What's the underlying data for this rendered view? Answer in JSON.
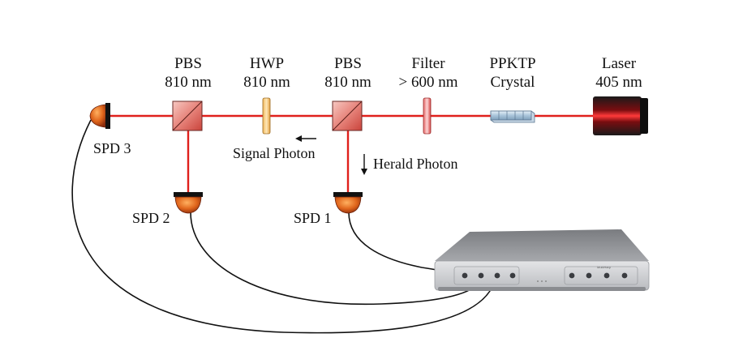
{
  "components": {
    "pbs2": {
      "line1": "PBS",
      "line2": "810 nm"
    },
    "hwp": {
      "line1": "HWP",
      "line2": "810 nm"
    },
    "pbs1": {
      "line1": "PBS",
      "line2": "810 nm"
    },
    "filter": {
      "line1": "Filter",
      "line2": "> 600 nm"
    },
    "crystal": {
      "line1": "PPKTP",
      "line2": "Crystal"
    },
    "laser": {
      "line1": "Laser",
      "line2": "405 nm"
    }
  },
  "detectors": {
    "spd3": "SPD 3",
    "spd2": "SPD 2",
    "spd1": "SPD 1"
  },
  "annotations": {
    "signal": "Signal Photon",
    "herald": "Herald Photon"
  },
  "device": {
    "brand": "MultiHarp"
  },
  "colors": {
    "beam": "#e0201c",
    "detector": "#d0441c",
    "cable": "#111111"
  }
}
